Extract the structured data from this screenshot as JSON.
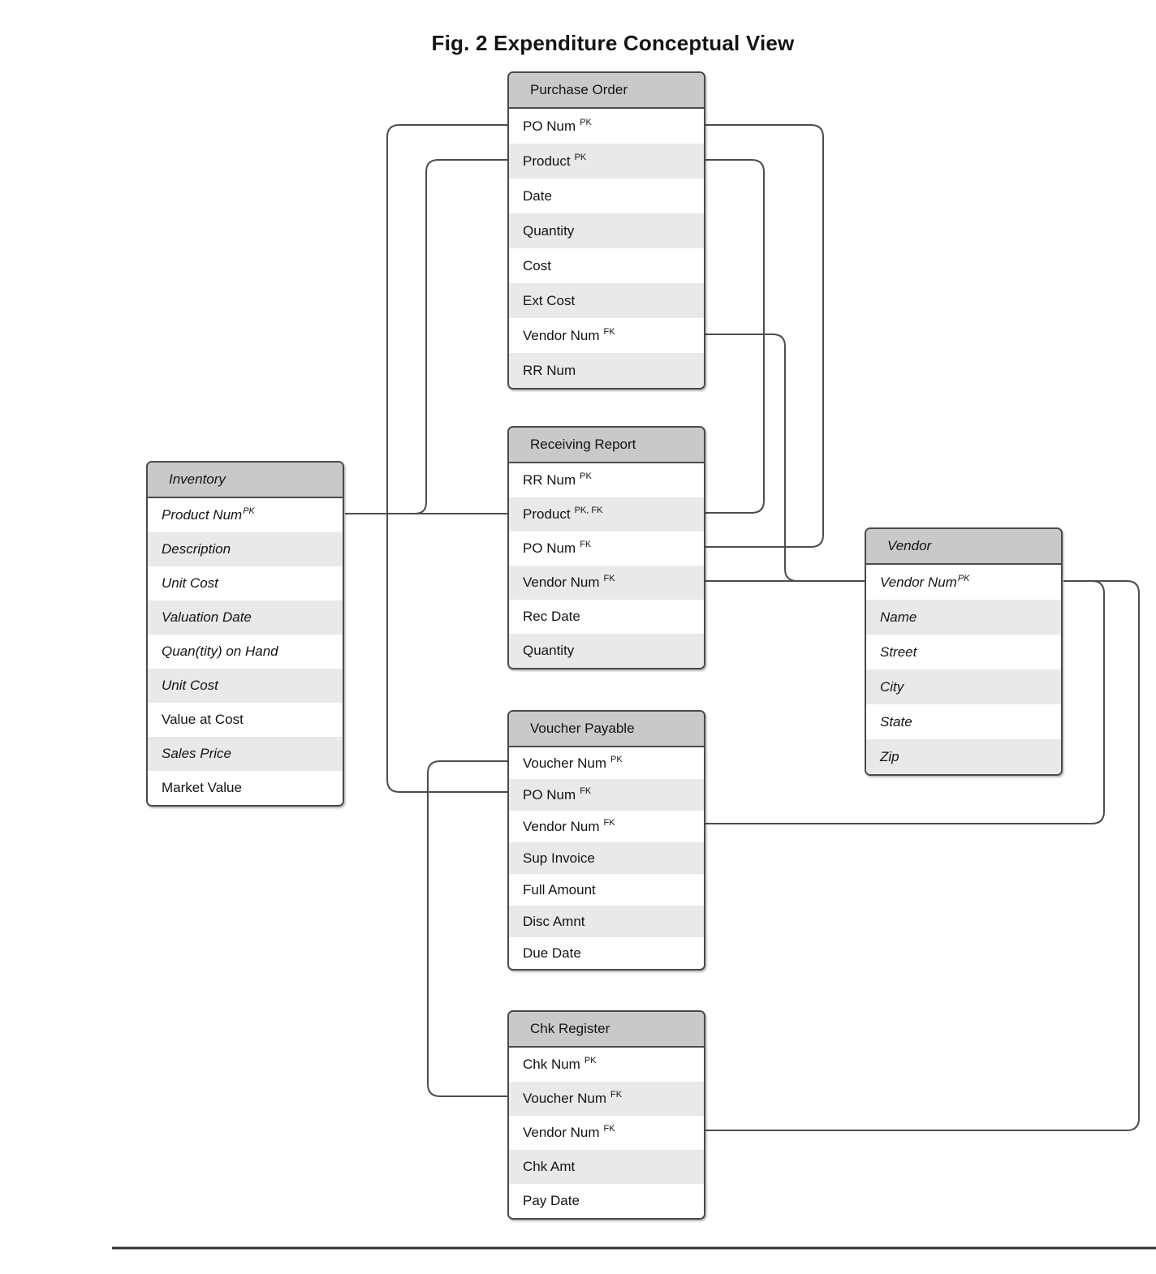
{
  "title": "Fig. 2 Expenditure Conceptual View",
  "colors": {
    "header_bg": "#c9c9c9",
    "row_alt_bg": "#e9e9e9",
    "table_border": "#4a4a4a",
    "connector": "#4d4d4d",
    "text": "#141414"
  },
  "tables": {
    "purchase_order": {
      "title": "Purchase Order",
      "fields": {
        "po_num": {
          "label": "PO Num",
          "key": "PK"
        },
        "product": {
          "label": "Product",
          "key": "PK"
        },
        "date": {
          "label": "Date"
        },
        "quantity": {
          "label": "Quantity"
        },
        "cost": {
          "label": "Cost"
        },
        "ext_cost": {
          "label": "Ext Cost"
        },
        "vendor_num": {
          "label": "Vendor Num",
          "key": "FK"
        },
        "rr_num": {
          "label": "RR Num"
        }
      }
    },
    "receiving_report": {
      "title": "Receiving Report",
      "fields": {
        "rr_num": {
          "label": "RR Num",
          "key": "PK"
        },
        "product": {
          "label": "Product",
          "key": "PK, FK"
        },
        "po_num": {
          "label": "PO Num",
          "key": "FK"
        },
        "vendor_num": {
          "label": "Vendor Num",
          "key": "FK"
        },
        "rec_date": {
          "label": "Rec Date"
        },
        "quantity": {
          "label": "Quantity"
        }
      }
    },
    "inventory": {
      "title": "Inventory",
      "fields": {
        "product_num": {
          "label": "Product Num",
          "key": "PK"
        },
        "description": {
          "label": "Description"
        },
        "unit_cost": {
          "label": "Unit Cost"
        },
        "valuation_date": {
          "label": "Valuation Date"
        },
        "quantity_on_hand": {
          "label": "Quan(tity) on Hand"
        },
        "unit_cost2": {
          "label": "Unit Cost"
        },
        "value_at_cost": {
          "label": "Value at Cost"
        },
        "sales_price": {
          "label": "Sales Price"
        },
        "market_value": {
          "label": "Market Value"
        }
      }
    },
    "vendor": {
      "title": "Vendor",
      "fields": {
        "vendor_num": {
          "label": "Vendor Num",
          "key": "PK"
        },
        "name": {
          "label": "Name"
        },
        "street": {
          "label": "Street"
        },
        "city": {
          "label": "City"
        },
        "state": {
          "label": "State"
        },
        "zip": {
          "label": "Zip"
        }
      }
    },
    "voucher_payable": {
      "title": "Voucher Payable",
      "fields": {
        "voucher_num": {
          "label": "Voucher Num",
          "key": "PK"
        },
        "po_num": {
          "label": "PO Num",
          "key": "FK"
        },
        "vendor_num": {
          "label": "Vendor Num",
          "key": "FK"
        },
        "sup_invoice": {
          "label": "Sup Invoice"
        },
        "full_amount": {
          "label": "Full Amount"
        },
        "disc_amnt": {
          "label": "Disc Amnt"
        },
        "due_date": {
          "label": "Due Date"
        }
      }
    },
    "chk_register": {
      "title": "Chk Register",
      "fields": {
        "chk_num": {
          "label": "Chk Num",
          "key": "PK"
        },
        "voucher_num": {
          "label": "Voucher Num",
          "key": "FK"
        },
        "vendor_num": {
          "label": "Vendor Num",
          "key": "FK"
        },
        "chk_amt": {
          "label": "Chk Amt"
        },
        "pay_date": {
          "label": "Pay Date"
        }
      }
    }
  },
  "relationships": [
    {
      "from": "Purchase Order.PO Num",
      "to": "Voucher Payable.PO Num",
      "side": "left"
    },
    {
      "from": "Purchase Order.Product",
      "to": "Inventory.Product Num",
      "side": "left"
    },
    {
      "from": "Inventory.Product Num",
      "to": "Receiving Report.Product",
      "side": "left"
    },
    {
      "from": "Voucher Payable.Voucher Num",
      "to": "Chk Register.Voucher Num",
      "side": "left"
    },
    {
      "from": "Purchase Order.PO Num",
      "to": "Receiving Report.PO Num",
      "side": "right"
    },
    {
      "from": "Purchase Order.Product",
      "to": "Receiving Report.Product",
      "side": "right"
    },
    {
      "from": "Purchase Order.Vendor Num",
      "to": "Vendor.Vendor Num",
      "side": "right"
    },
    {
      "from": "Receiving Report.Vendor Num",
      "to": "Vendor.Vendor Num",
      "side": "right"
    },
    {
      "from": "Vendor.Vendor Num",
      "to": "Voucher Payable.Vendor Num",
      "side": "right"
    },
    {
      "from": "Vendor.Vendor Num",
      "to": "Chk Register.Vendor Num",
      "side": "right"
    }
  ]
}
